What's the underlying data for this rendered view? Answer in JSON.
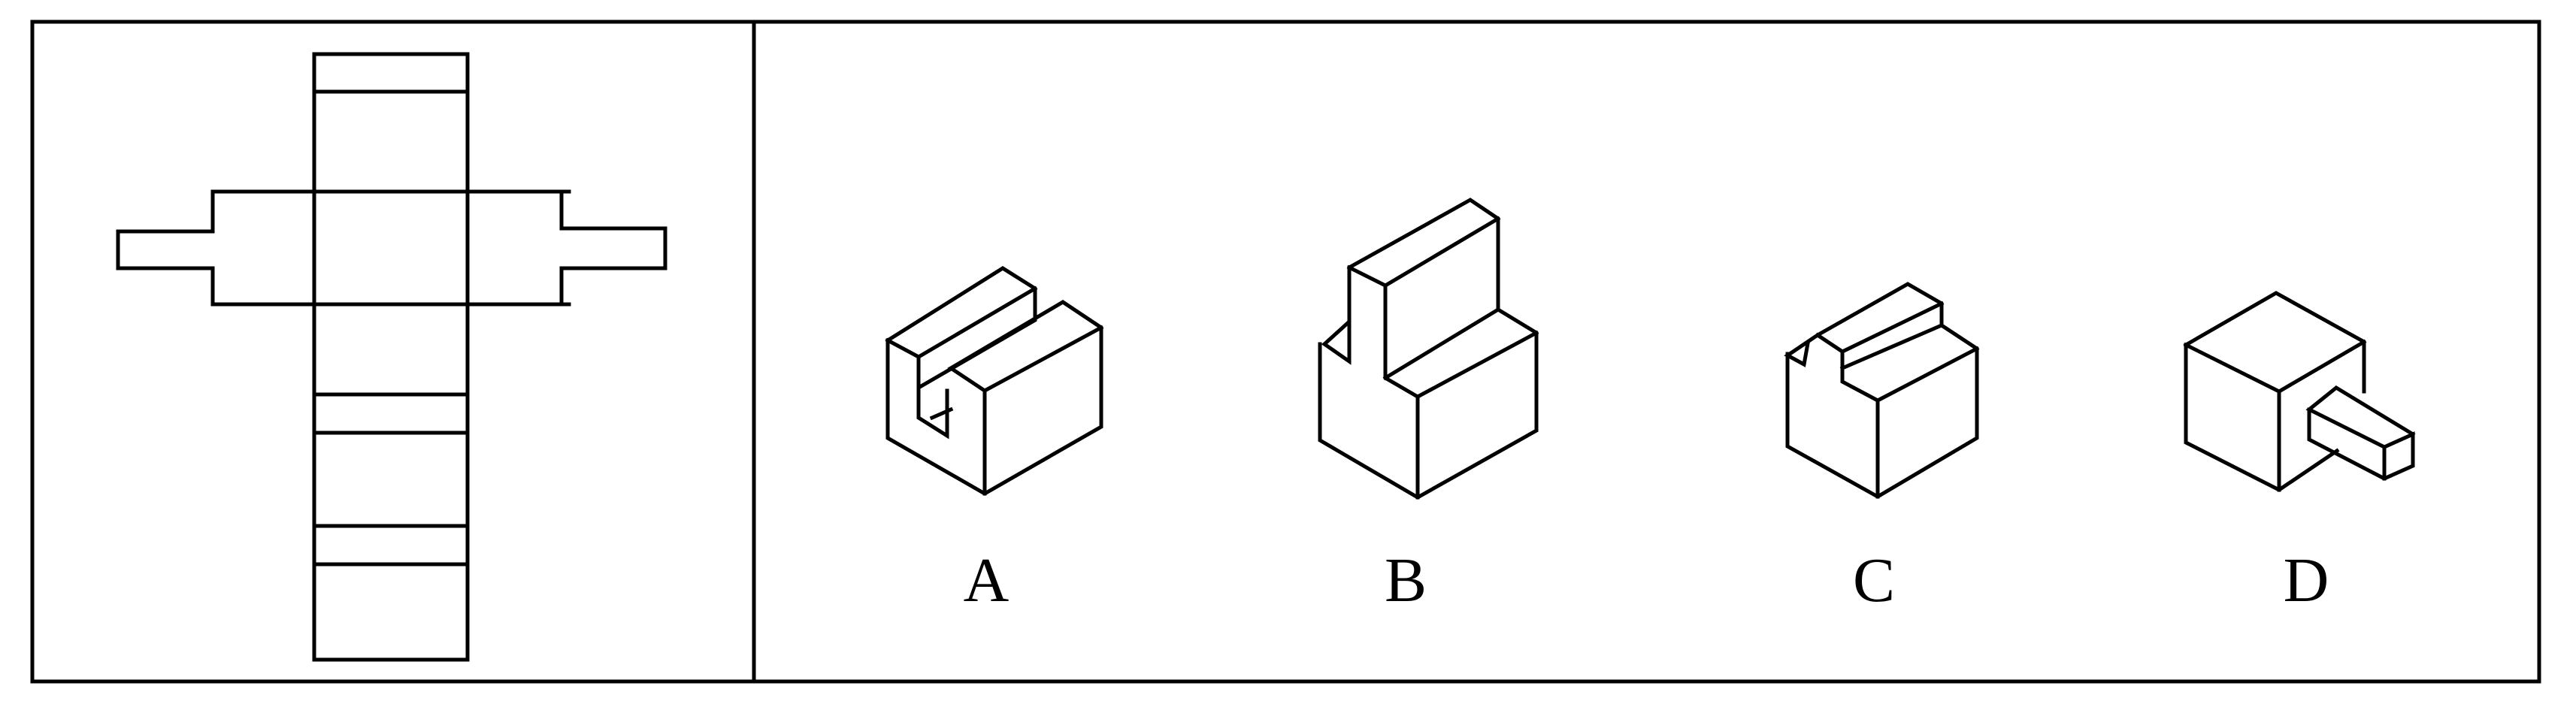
{
  "figure": {
    "options": [
      {
        "id": "A",
        "label": "A"
      },
      {
        "id": "B",
        "label": "B"
      },
      {
        "id": "C",
        "label": "C"
      },
      {
        "id": "D",
        "label": "D"
      }
    ]
  }
}
